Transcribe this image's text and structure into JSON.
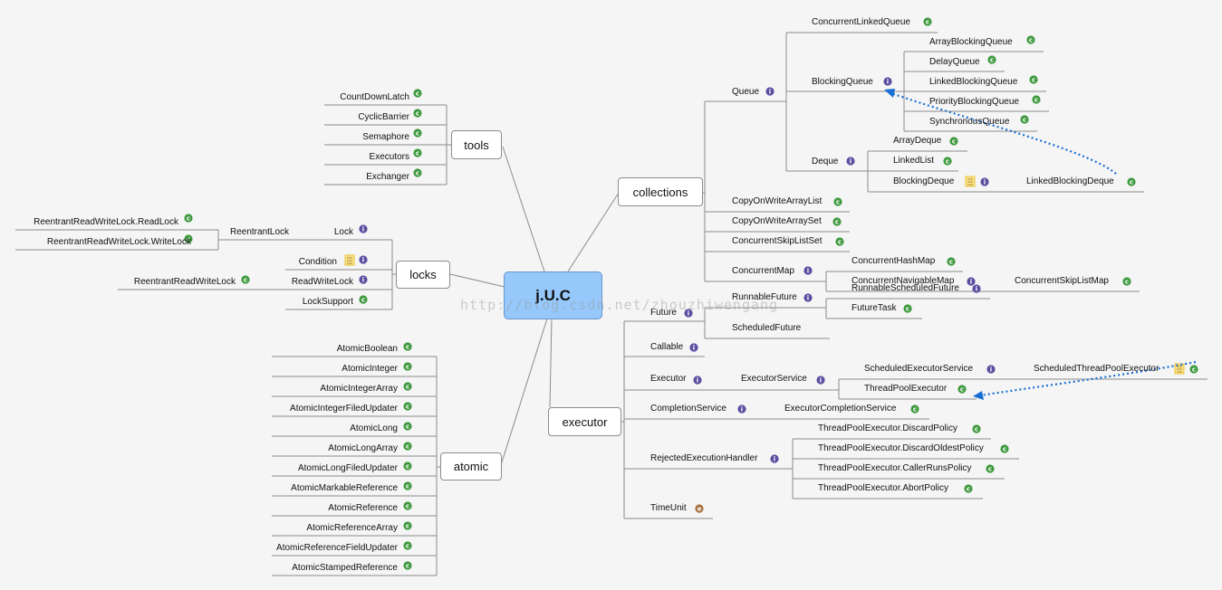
{
  "colors": {
    "line": "#8c8c8c",
    "root_fill": "#96c8fb",
    "class_icon": "#3f9a3f",
    "interface_icon": "#5a4fa0",
    "enum_icon": "#a8703c",
    "note_icon": "#e9c53a",
    "arrow": "#1a6fd6"
  },
  "root": {
    "label": "j.U.C"
  },
  "watermark": "http://blog.csdn.net/zhouzhiwengang",
  "branches": {
    "tools": "tools",
    "locks": "locks",
    "atomic": "atomic",
    "collections": "collections",
    "executor": "executor"
  },
  "nodes": {
    "countdownlatch": "CountDownLatch",
    "cyclicbarrier": "CyclicBarrier",
    "semaphore": "Semaphore",
    "executors": "Executors",
    "exchanger": "Exchanger",
    "rrwl_readlock": "ReentrantReadWriteLock.ReadLock",
    "rrwl_writelock": "ReentrantReadWriteLock.WriteLock",
    "reentrantlock": "ReentrantLock",
    "lock": "Lock",
    "condition": "Condition",
    "rrwl": "ReentrantReadWriteLock",
    "readwritelock": "ReadWriteLock",
    "locksupport": "LockSupport",
    "atomicboolean": "AtomicBoolean",
    "atomicinteger": "AtomicInteger",
    "atomicintegerarray": "AtomicIntegerArray",
    "atomicintegerfiledupdater": "AtomicIntegerFiledUpdater",
    "atomiclong": "AtomicLong",
    "atomiclongarray": "AtomicLongArray",
    "atomiclongfiledupdater": "AtomicLongFiledUpdater",
    "atomicmarkablereference": "AtomicMarkableReference",
    "atomicreference": "AtomicReference",
    "atomicreferencearray": "AtomicReferenceArray",
    "atomicreferencefieldupdater": "AtomicReferenceFieldUpdater",
    "atomicstampedreference": "AtomicStampedReference",
    "queue": "Queue",
    "concurrentlinkedqueue": "ConcurrentLinkedQueue",
    "blockingqueue": "BlockingQueue",
    "arrayblockingqueue": "ArrayBlockingQueue",
    "delayqueue": "DelayQueue",
    "linkedblockingqueue": "LinkedBlockingQueue",
    "priorityblockingqueue": "PriorityBlockingQueue",
    "synchronousqueue": "SynchronousQueue",
    "deque": "Deque",
    "arraydeque": "ArrayDeque",
    "linkedlist": "LinkedList",
    "blockingdeque": "BlockingDeque",
    "linkedblockingdeque": "LinkedBlockingDeque",
    "copyonwritearraylist": "CopyOnWriteArrayList",
    "copyonwritearrayset": "CopyOnWriteArraySet",
    "concurrentskiplistset": "ConcurrentSkipListSet",
    "concurrentmap": "ConcurrentMap",
    "concurrenthashmap": "ConcurrentHashMap",
    "concurrentnavigablemap": "ConcurrentNavigableMap",
    "concurrentskiplistmap": "ConcurrentSkipListMap",
    "future": "Future",
    "runnablefuture": "RunnableFuture",
    "runnablescheduledfuture": "RunnableScheduledFuture",
    "futuretask": "FutureTask",
    "scheduledfuture": "ScheduledFuture",
    "callable": "Callable",
    "executor": "Executor",
    "executorservice": "ExecutorService",
    "scheduledexecutorservice": "ScheduledExecutorService",
    "scheduledthreadpoolexecutor": "ScheduledThreadPoolExecutor",
    "threadpoolexecutor": "ThreadPoolExecutor",
    "completionservice": "CompletionService",
    "executorcompletionservice": "ExecutorCompletionService",
    "rejectedexecutionhandler": "RejectedExecutionHandler",
    "discardpolicy": "ThreadPoolExecutor.DiscardPolicy",
    "discardoldestpolicy": "ThreadPoolExecutor.DiscardOldestPolicy",
    "callerrunspolicy": "ThreadPoolExecutor.CallerRunsPolicy",
    "abortpolicy": "ThreadPoolExecutor.AbortPolicy",
    "timeunit": "TimeUnit"
  }
}
